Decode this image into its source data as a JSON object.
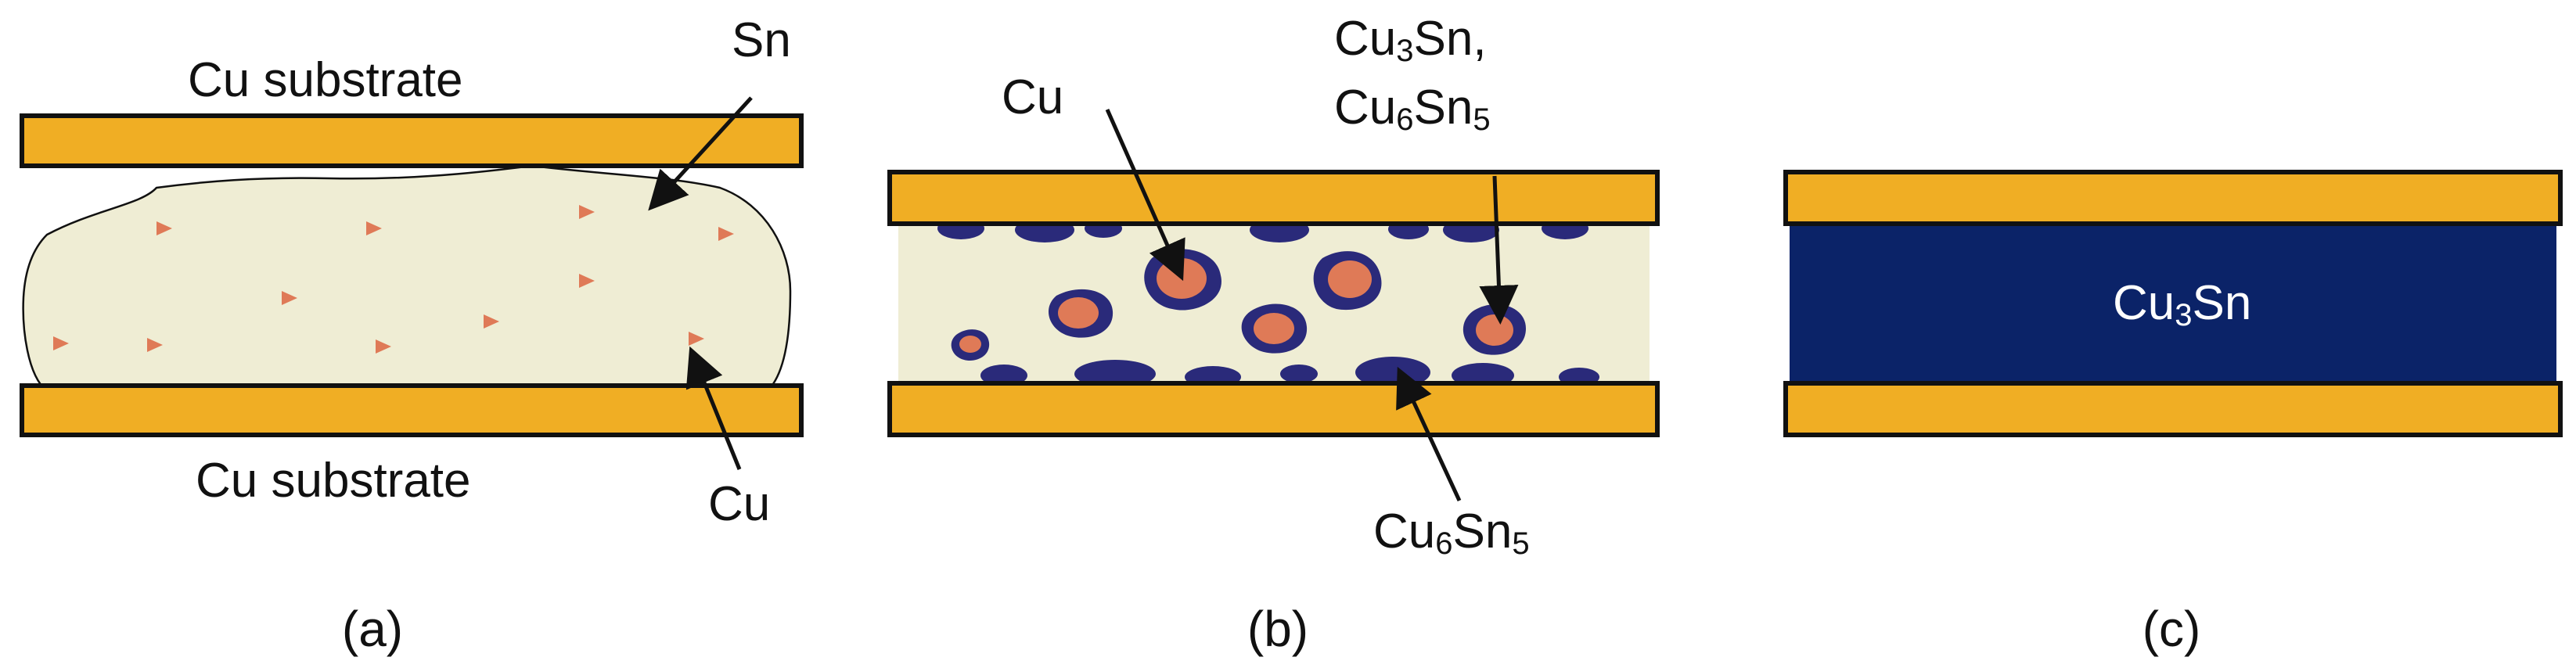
{
  "panel_a": {
    "label_top_substrate": "Cu substrate",
    "label_bottom_substrate": "Cu substrate",
    "label_sn": "Sn",
    "label_cu_particle": "Cu",
    "caption": "(a)"
  },
  "panel_b": {
    "label_cu": "Cu",
    "label_imc_line1": {
      "a": "Cu",
      "sub": "3",
      "b": "Sn,"
    },
    "label_imc_line2": {
      "a": "Cu",
      "sub": "6",
      "b": "Sn",
      "sub2": "5"
    },
    "label_bottom_imc": {
      "a": "Cu",
      "sub": "6",
      "b": "Sn",
      "sub2": "5"
    },
    "caption": "(b)"
  },
  "panel_c": {
    "label_layer": {
      "a": "Cu",
      "sub": "3",
      "b": "Sn"
    },
    "caption": "(c)"
  },
  "colors": {
    "substrate": "#F0AE24",
    "solder": "#EFEDD4",
    "cu_particle": "#DF7A57",
    "imc_dark": "#2A2A7A",
    "cu3sn_layer": "#0B2368",
    "outline": "#111111"
  }
}
